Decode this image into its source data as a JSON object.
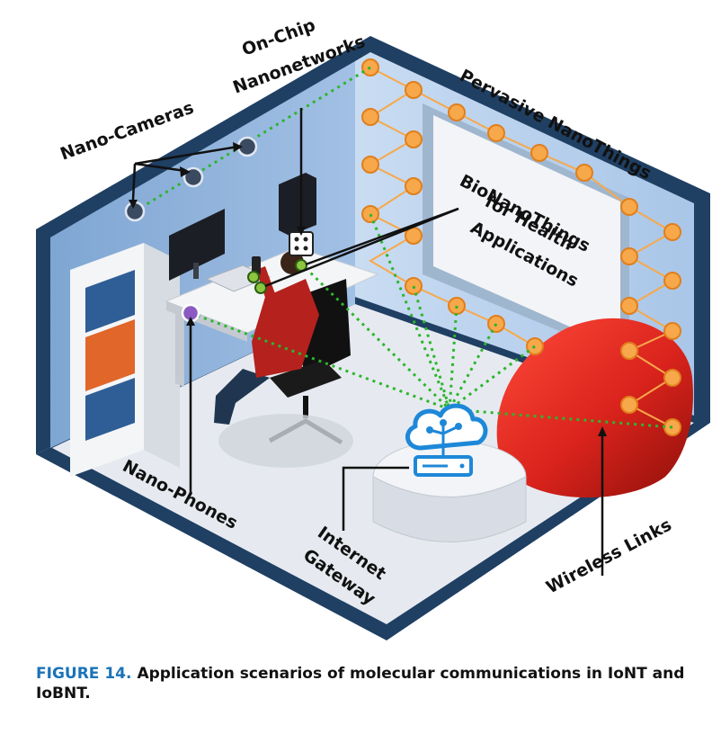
{
  "labels": {
    "nano_cameras": "Nano-Cameras",
    "on_chip_line1": "On-Chip",
    "on_chip_line2": "Nanonetworks",
    "pervasive": "Pervasive NanoThings",
    "bio_line1": "BioNanoThings",
    "bio_line2": "for Health",
    "bio_line3": "Applications",
    "nano_phones": "Nano-Phones",
    "internet_line1": "Internet",
    "internet_line2": "Gateway",
    "wireless": "Wireless Links"
  },
  "caption": {
    "label": "FIGURE 14.",
    "text": "Application scenarios of molecular communications in IoNT and IoBNT."
  },
  "colors": {
    "wall_dark": "#1f3f63",
    "wall_blue": "#8fb3dc",
    "wall_light": "#b9d2ee",
    "floor": "#e6eaf0",
    "node_orange": "#f7a84a",
    "link_green": "#2db52d",
    "cloud_blue": "#1e88d8",
    "chair_red": "#d9231c",
    "caption_blue": "#1a73b8"
  }
}
